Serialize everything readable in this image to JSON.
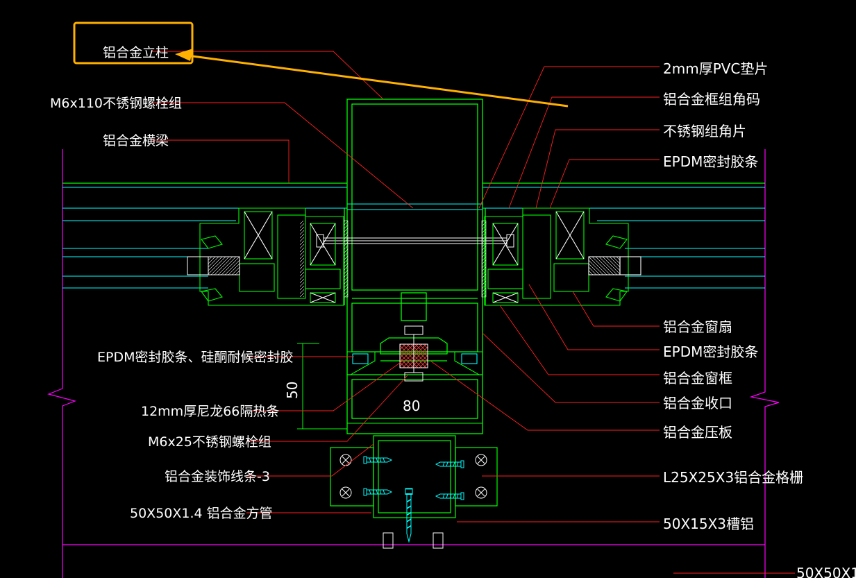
{
  "labels_left": [
    "铝合金立柱",
    "M6x110不锈钢螺栓组",
    "铝合金横梁",
    "EPDM密封胶条、硅酮耐候密封胶",
    "12mm厚尼龙66隔热条",
    "M6x25不锈钢螺栓组",
    "铝合金装饰线条-3",
    "50X50X1.4 铝合金方管"
  ],
  "labels_right": [
    "2mm厚PVC垫片",
    "铝合金框组角码",
    "不锈钢组角片",
    "EPDM密封胶条",
    "铝合金窗扇",
    "EPDM密封胶条",
    "铝合金窗框",
    "铝合金收口",
    "铝合金压板",
    "L25X25X3铝合金格栅",
    "50X15X3槽铝",
    "50X50X1"
  ],
  "dimensions": {
    "width": "80",
    "height": "50"
  },
  "colors": {
    "background": "#000000",
    "profile": "#00ff00",
    "glass_lines": "#00ffff",
    "leaders": "#ff0000",
    "text": "#ffffff",
    "highlight": "#ffb000",
    "border": "#ff00ff"
  }
}
